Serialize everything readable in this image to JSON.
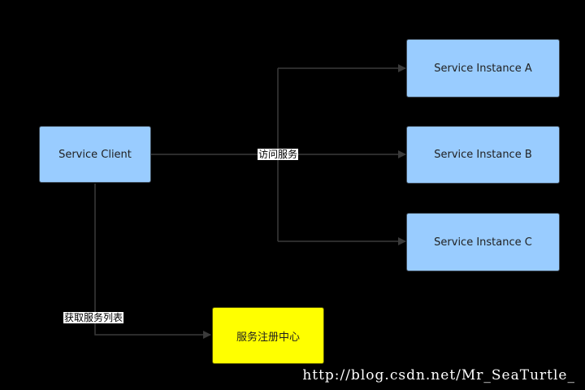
{
  "nodes": {
    "client": "Service Client",
    "instance_a": "Service Instance A",
    "instance_b": "Service Instance B",
    "instance_c": "Service Instance C",
    "registry": "服务注册中心"
  },
  "edges": {
    "access_service": "访问服务",
    "get_service_list": "获取服务列表"
  },
  "watermark": "http://blog.csdn.net/Mr_SeaTurtle_",
  "colors": {
    "background": "#000000",
    "service_node": "#99ccff",
    "registry_node": "#ffff00",
    "connector": "#333333",
    "label_background": "#ffffff"
  }
}
